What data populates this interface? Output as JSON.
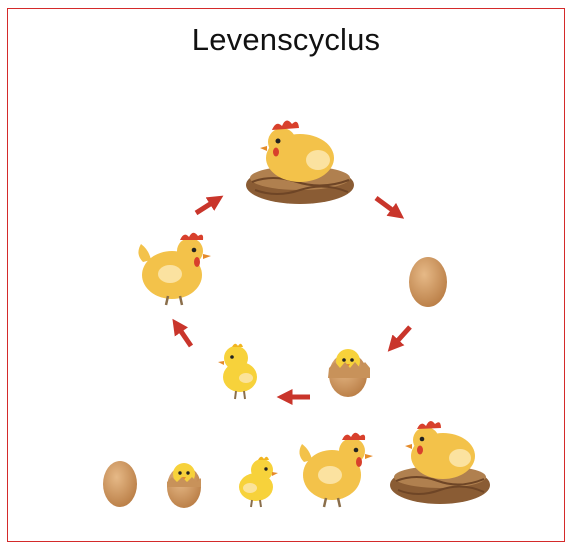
{
  "title": "Levenscyclus",
  "colors": {
    "frame": "#d42a2a",
    "arrow": "#c9352b",
    "egg": "#c8925a",
    "chick": "#f7d23b",
    "hen_body": "#f3c24a",
    "comb": "#d8402c",
    "nest": "#9a6b3f"
  },
  "cycle": [
    "nest-with-hen",
    "egg",
    "hatching-egg",
    "chick",
    "hen"
  ],
  "bottom_row": [
    "egg",
    "hatching-egg",
    "chick",
    "hen",
    "nest-with-hen"
  ]
}
